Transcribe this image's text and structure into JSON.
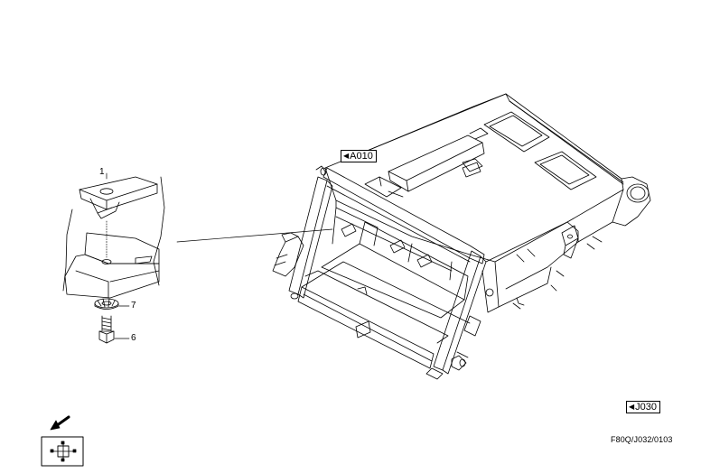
{
  "references": {
    "a010": "A010",
    "j030": "J030"
  },
  "callouts": {
    "part_1": "1",
    "part_7": "7",
    "part_6": "6"
  },
  "drawing_code": "F80Q/J032/0103",
  "icons": {
    "direction_arrow": "arrow-down-left-icon",
    "orientation_symbol": "cross-orientation-icon"
  },
  "colors": {
    "line": "#000000",
    "background": "#ffffff"
  }
}
